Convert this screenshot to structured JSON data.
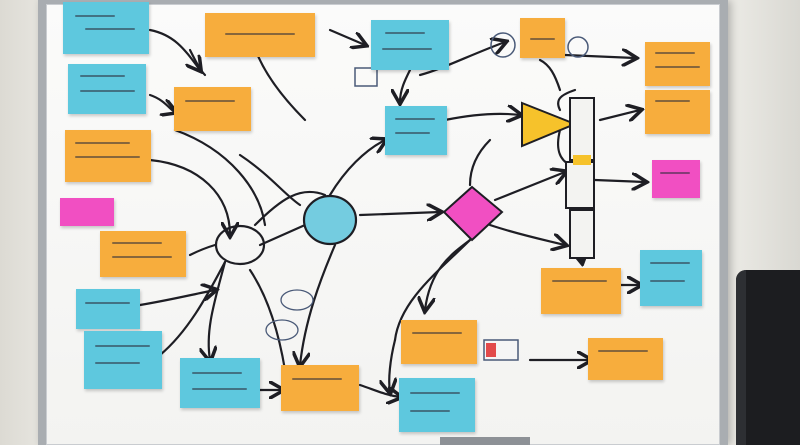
{
  "scene": {
    "subject": "whiteboard-flowchart",
    "colors": {
      "wall": "#e9e8e3",
      "board_frame": "#a9adb1",
      "board_surface": "#fbfbfa",
      "sticky_blue": "#5ec8de",
      "sticky_orange": "#f7ad3d",
      "sticky_pink": "#f14fc2",
      "marker_line": "#1e1e24",
      "triangle_yellow": "#f6c22b",
      "chair": "#1c1d20"
    },
    "notes": [
      {
        "id": "n1",
        "color": "blue"
      },
      {
        "id": "n2",
        "color": "orange"
      },
      {
        "id": "n3",
        "color": "blue"
      },
      {
        "id": "n4",
        "color": "orange"
      },
      {
        "id": "n5",
        "color": "orange"
      },
      {
        "id": "n6",
        "color": "blue"
      },
      {
        "id": "n7",
        "color": "orange"
      },
      {
        "id": "n8",
        "color": "pink"
      },
      {
        "id": "n9",
        "color": "orange"
      },
      {
        "id": "n10",
        "color": "blue"
      },
      {
        "id": "n11",
        "color": "blue"
      },
      {
        "id": "n12",
        "color": "orange"
      },
      {
        "id": "n13",
        "color": "orange"
      },
      {
        "id": "n14",
        "color": "orange"
      },
      {
        "id": "n15",
        "color": "pink"
      },
      {
        "id": "n16",
        "color": "blue"
      },
      {
        "id": "n17",
        "color": "blue"
      },
      {
        "id": "n18",
        "color": "orange"
      },
      {
        "id": "n19",
        "color": "orange"
      },
      {
        "id": "n20",
        "color": "orange"
      },
      {
        "id": "n21",
        "color": "blue"
      },
      {
        "id": "n22",
        "color": "blue"
      },
      {
        "id": "n23",
        "color": "blue"
      },
      {
        "id": "n24",
        "color": "orange"
      }
    ]
  }
}
